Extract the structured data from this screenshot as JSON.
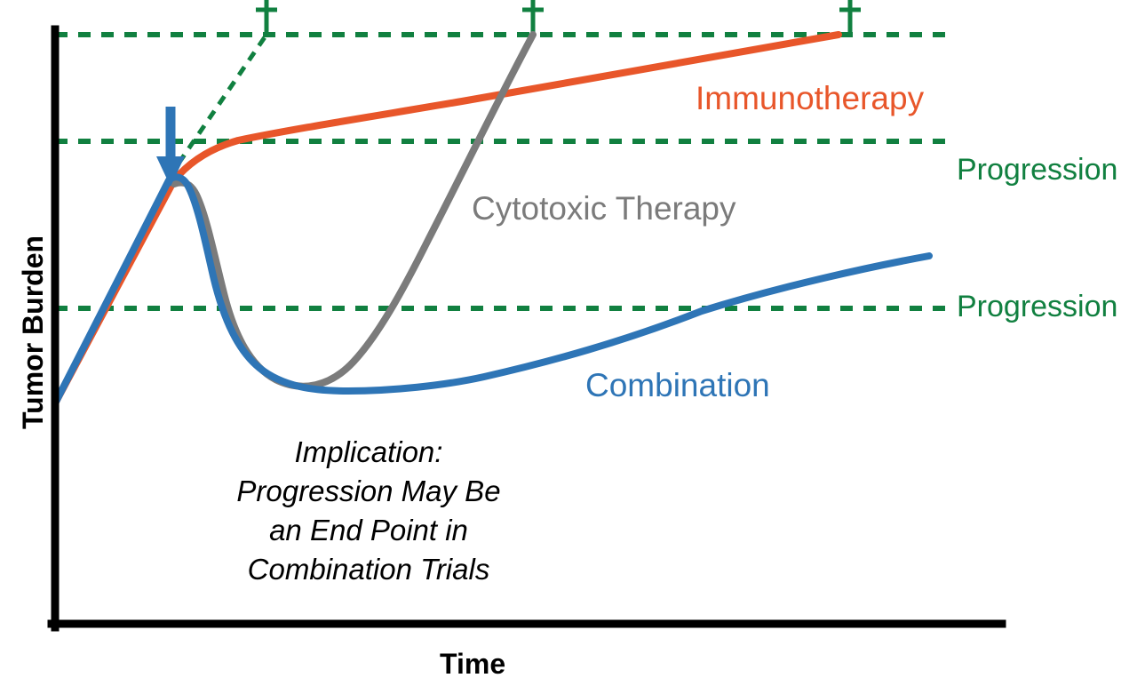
{
  "figure": {
    "axis_color": "#000000",
    "background": "#ffffff"
  },
  "axes": {
    "ylabel": "Tumor Burden",
    "xlabel": "Time"
  },
  "series_labels": {
    "immunotherapy": "Immunotherapy",
    "cytotoxic": "Cytotoxic Therapy",
    "combination": "Combination"
  },
  "threshold_labels": {
    "upper": "Progression",
    "lower": "Progression"
  },
  "markers": {
    "death_symbol": "†",
    "treatment_arrow": "down-arrow"
  },
  "annotation": {
    "lines": [
      "Implication:",
      "Progression May Be",
      "an End Point in",
      "Combination Trials"
    ]
  },
  "chart_data": {
    "type": "line",
    "title": "",
    "xlabel": "Time",
    "ylabel": "Tumor Burden",
    "xlim": [
      0,
      100
    ],
    "ylim": [
      0,
      100
    ],
    "grid": false,
    "legend": "inline-annotations",
    "colors": {
      "immunotherapy": "#E8562A",
      "cytotoxic": "#7B7B7B",
      "combination": "#2E75B6",
      "threshold": "#118040",
      "arrow": "#2E75B6",
      "axis": "#000000"
    },
    "reference_lines": [
      {
        "name": "death-threshold",
        "y": 100,
        "style": "dotted",
        "color": "#118040",
        "label": ""
      },
      {
        "name": "progression-upper",
        "y": 81.7,
        "style": "dotted",
        "color": "#118040",
        "label": "Progression"
      },
      {
        "name": "progression-lower",
        "y": 53.6,
        "style": "dotted",
        "color": "#118040",
        "label": "Progression"
      }
    ],
    "annotations": [
      {
        "name": "death-marker-untreated",
        "symbol": "†",
        "x": 25.9,
        "y": 104
      },
      {
        "name": "death-marker-cytotoxic",
        "symbol": "†",
        "x": 53.1,
        "y": 104
      },
      {
        "name": "death-marker-immunotherapy",
        "symbol": "†",
        "x": 86.0,
        "y": 104
      },
      {
        "name": "treatment-start-arrow",
        "symbol": "↓",
        "x": 12.6,
        "y": 88
      }
    ],
    "series": [
      {
        "name": "Untreated (projected)",
        "style": "dotted",
        "color": "#118040",
        "x": [
          12.6,
          25.9
        ],
        "values": [
          75.5,
          100
        ]
      },
      {
        "name": "Immunotherapy",
        "style": "solid",
        "color": "#E8562A",
        "x": [
          0,
          12.6,
          20,
          30,
          45,
          60,
          75,
          86
        ],
        "values": [
          37.1,
          75.5,
          82.2,
          85.2,
          89.4,
          93.3,
          97.1,
          100
        ]
      },
      {
        "name": "Cytotoxic Therapy",
        "style": "solid",
        "color": "#7B7B7B",
        "x": [
          12.6,
          16,
          20,
          25,
          30,
          35,
          40,
          45,
          50,
          53.1
        ],
        "values": [
          75.5,
          74.5,
          58.4,
          35.1,
          25.6,
          23.9,
          29.8,
          48.0,
          78.0,
          100
        ]
      },
      {
        "name": "Combination",
        "style": "solid",
        "color": "#2E75B6",
        "x": [
          0,
          12.0,
          14.5,
          18,
          23,
          30,
          38,
          48,
          58,
          70,
          82,
          92
        ],
        "values": [
          37.1,
          76.7,
          74.5,
          48.0,
          29.6,
          22.5,
          22.0,
          24.8,
          31.0,
          39.4,
          49.0,
          56.0
        ]
      }
    ]
  }
}
